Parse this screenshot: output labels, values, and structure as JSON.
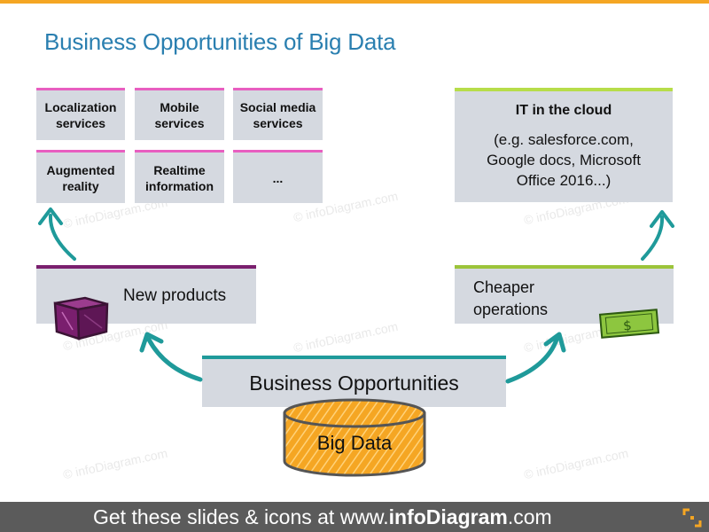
{
  "title": "Business Opportunities of Big Data",
  "watermark": "© infoDiagram.com",
  "left_cards": [
    "Localization services",
    "Mobile services",
    "Social media services",
    "Augmented reality",
    "Realtime information",
    "..."
  ],
  "right_card": {
    "title": "IT in the cloud",
    "line1": "(e.g. salesforce.com,",
    "line2": "Google docs, Microsoft",
    "line3": "Office 2016...)"
  },
  "new_products": "New products",
  "cheaper_operations": {
    "line1": "Cheaper",
    "line2": "operations"
  },
  "business_opportunities": "Business Opportunities",
  "big_data": "Big Data",
  "footer": {
    "prefix": "Get these slides & icons at www.",
    "brand": "infoDiagram",
    "suffix": ".com"
  },
  "colors": {
    "title": "#2a7fb0",
    "pink_accent": "#e85ec0",
    "lime_accent": "#b7dd4a",
    "purple_accent": "#7a1f6e",
    "teal_arrow": "#1f9a9a",
    "box_fill": "#d5d9e0",
    "cylinder": "#f5a623"
  }
}
